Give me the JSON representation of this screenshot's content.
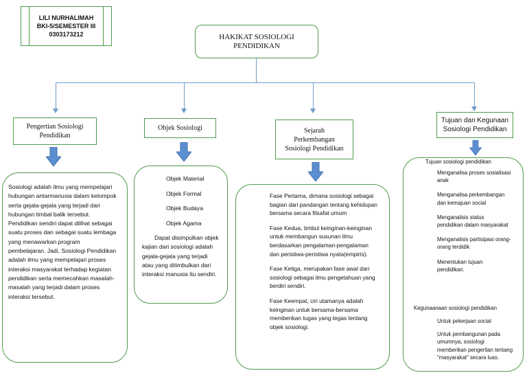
{
  "identity": {
    "name": "LILI NURHALIMAH",
    "class": "BKI-5/SEMESTER III",
    "nim": "0303173212"
  },
  "root": {
    "line1": "HAKIKAT SOSIOLOGI",
    "line2": "PENDIDIKAN"
  },
  "branches": [
    {
      "title_lines": [
        "Pengertian Sosiologi",
        "Pendidikan"
      ],
      "content": "Sosiologi adalah ilmu yang mempelajari hubungan antarmanusia dalam kelompok serta gejala-gejala yang terjadi dari hubungan timbal balik tersebut. Pendidikan sendiri dapat dilihat sebagai suatu proses dan sebagai suatu lembaga yang menawarkan program pembelajaran. Jadi, Sosiologi Pendidikan adalah ilmu yang mempelajari proses interaksi masyarakat terhadap kegiatan pendidikan serta memecahkan masalah-masalah yang terjadi dalam proses interaksi tersebut."
    },
    {
      "title_lines": [
        "Objek Sosiologi"
      ],
      "items": [
        "Objek Material",
        "Objek Formal",
        "Objek Budaya",
        "Objek Agama"
      ],
      "conclusion": "Dapat disimpulkan objek kajian dari sosiologi adalah gejala-gejala yang terjadi atau yang ditimbulkan dari interaksi manusia itu sendiri."
    },
    {
      "title_lines": [
        "Sejarah",
        "Perkembangan",
        "Sosiologi Pendidikan"
      ],
      "phases": [
        "Fase Pertama, dimana sosiologi sebagai bagian dari pandangan tentang kehidupan bersama secara filsafat umum",
        "Fase Kedua, timbul keinginan-keinginan untuk membangun susunan ilmu berdasarkan pengalaman-pengalaman dan peristiwa-peristiwa nyata(empiris).",
        "Fase Ketiga, merupakan fase awal dari sosiologi sebagai ilmu pengetahuan yang berdiri sendiri.",
        "Fase Keempat, ciri utamanya adalah keinginan untuk bersama-bersama memberikan tugas yang tegas tentang objek sosiologi."
      ]
    },
    {
      "title_lines": [
        "Tujuan dan Kegunaan",
        "Sosiologi Pendidikan"
      ],
      "tujuan_title": "Tujuan sosiologi pendidikan",
      "tujuan": [
        "Menganalisa proses sosialisasi anak",
        "Menganalisa perkembangan dan kemajuan social",
        "Menganalisis status pendidikan dalam masyarakat",
        "Menganalisis partisipasi orang-orang terdidik",
        "Menentukan tujuan pendidikan."
      ],
      "kegunaan_title": "Kegunaanaan sosiologi pendidikan",
      "kegunaan": [
        "Untuk pekerjaan social",
        "Untuk pembangunan pada umumnya, sosiologi memberikan pengertian tentang \"masyarakat\" secara luas."
      ]
    }
  ],
  "colors": {
    "border": "#4f9a4a",
    "connector": "#6f9cc9",
    "arrow": "#5b8fd0"
  }
}
